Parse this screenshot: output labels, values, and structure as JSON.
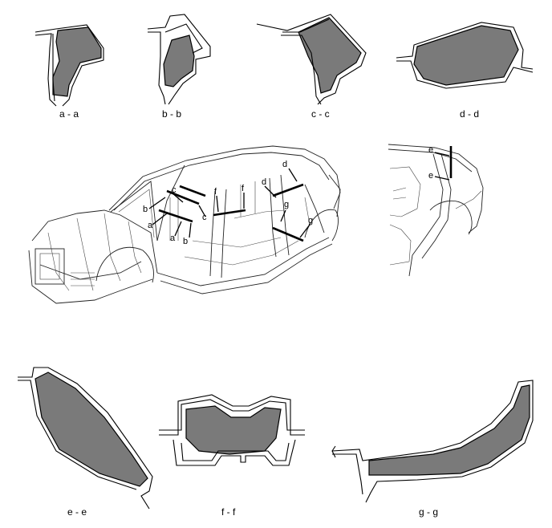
{
  "sections": {
    "aa": "a - a",
    "bb": "b - b",
    "cc": "c - c",
    "dd": "d - d",
    "ee": "e - e",
    "ff": "f - f",
    "gg": "g - g"
  },
  "callouts": {
    "a1": "a",
    "a2": "a",
    "b1": "b",
    "b2": "b",
    "c1": "c",
    "c2": "c",
    "d1": "d",
    "d2": "d",
    "e1": "e",
    "e2": "e",
    "f1": "f",
    "f2": "f",
    "g1": "g",
    "g2": "g"
  },
  "colors": {
    "fill": "#7a7a7a",
    "line": "#000000"
  }
}
